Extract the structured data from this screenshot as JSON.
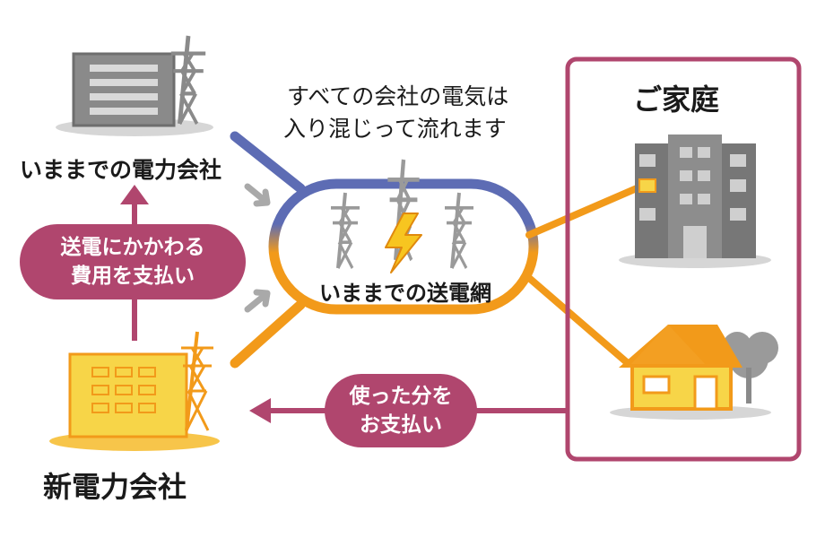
{
  "labels": {
    "old_company": "いままでの電力会社",
    "new_company": "新電力会社",
    "grid_caption_line1": "すべての会社の電気は",
    "grid_caption_line2": "入り混じって流れます",
    "grid_name": "いままでの送電網",
    "home_title": "ご家庭"
  },
  "badges": {
    "transmission_fee_line1": "送電にかかわる",
    "transmission_fee_line2": "費用を支払い",
    "usage_fee_line1": "使った分を",
    "usage_fee_line2": "お支払い"
  },
  "colors": {
    "accent_magenta": "#b0466e",
    "old_line_blue": "#5d6cb4",
    "new_line_orange": "#f29a1a",
    "building_gray": "#8a8a8a",
    "new_building_yellow": "#f7d548",
    "house_orange": "#f29a1a"
  },
  "icons": [
    "old-power-company-building-icon",
    "new-power-company-building-icon",
    "pylon-icon",
    "lightning-icon",
    "apartment-building-icon",
    "house-icon",
    "tree-icon"
  ]
}
